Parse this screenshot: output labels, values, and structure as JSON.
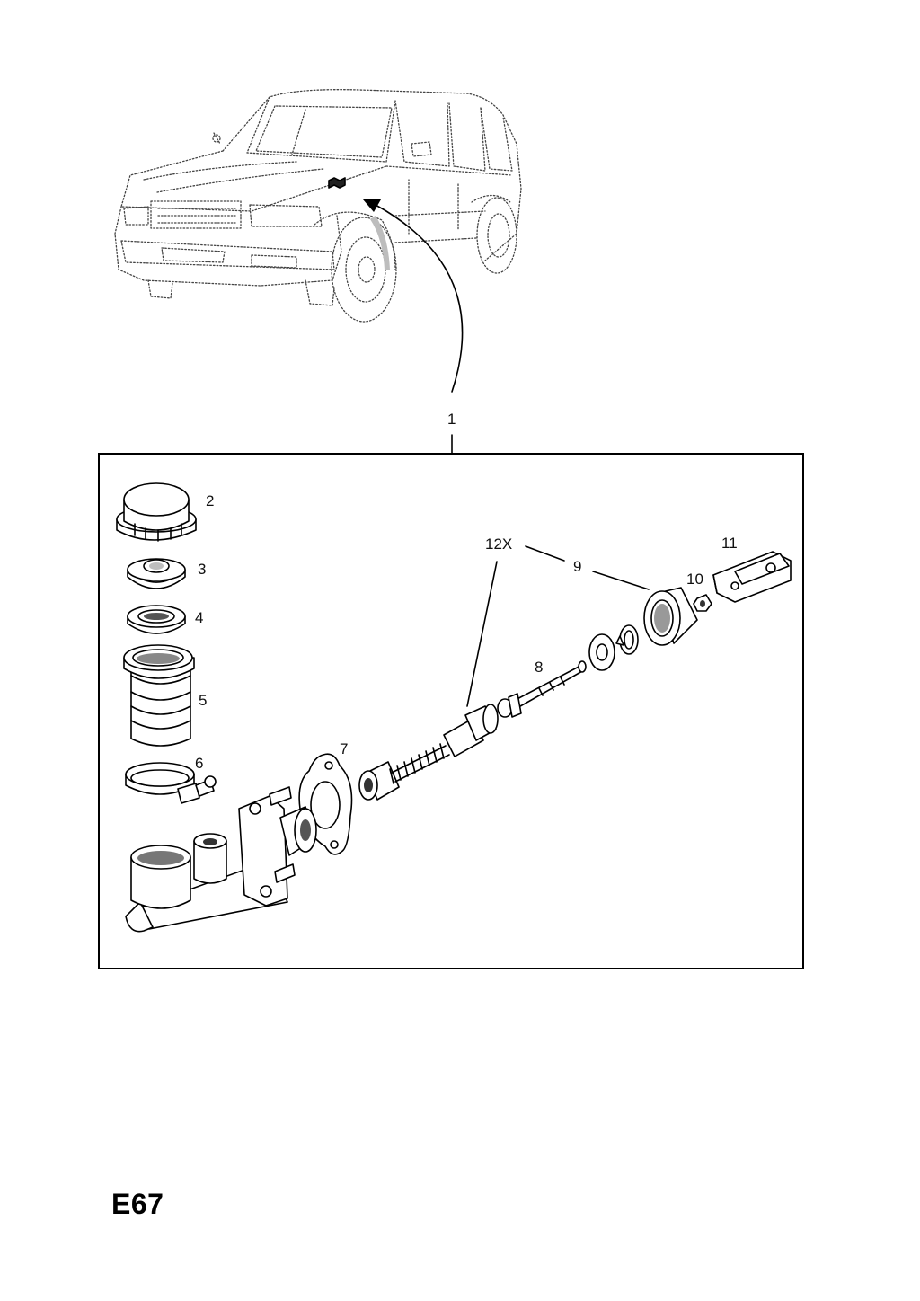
{
  "page_code": "E67",
  "callouts": {
    "c1": "1",
    "c2": "2",
    "c3": "3",
    "c4": "4",
    "c5": "5",
    "c6": "6",
    "c7": "7",
    "c8": "8",
    "c9": "9",
    "c10": "10",
    "c11": "11",
    "c12x": "12X"
  },
  "icons": {
    "vehicle": "suv-vehicle-outline-icon",
    "arrow": "location-arrow-icon"
  }
}
